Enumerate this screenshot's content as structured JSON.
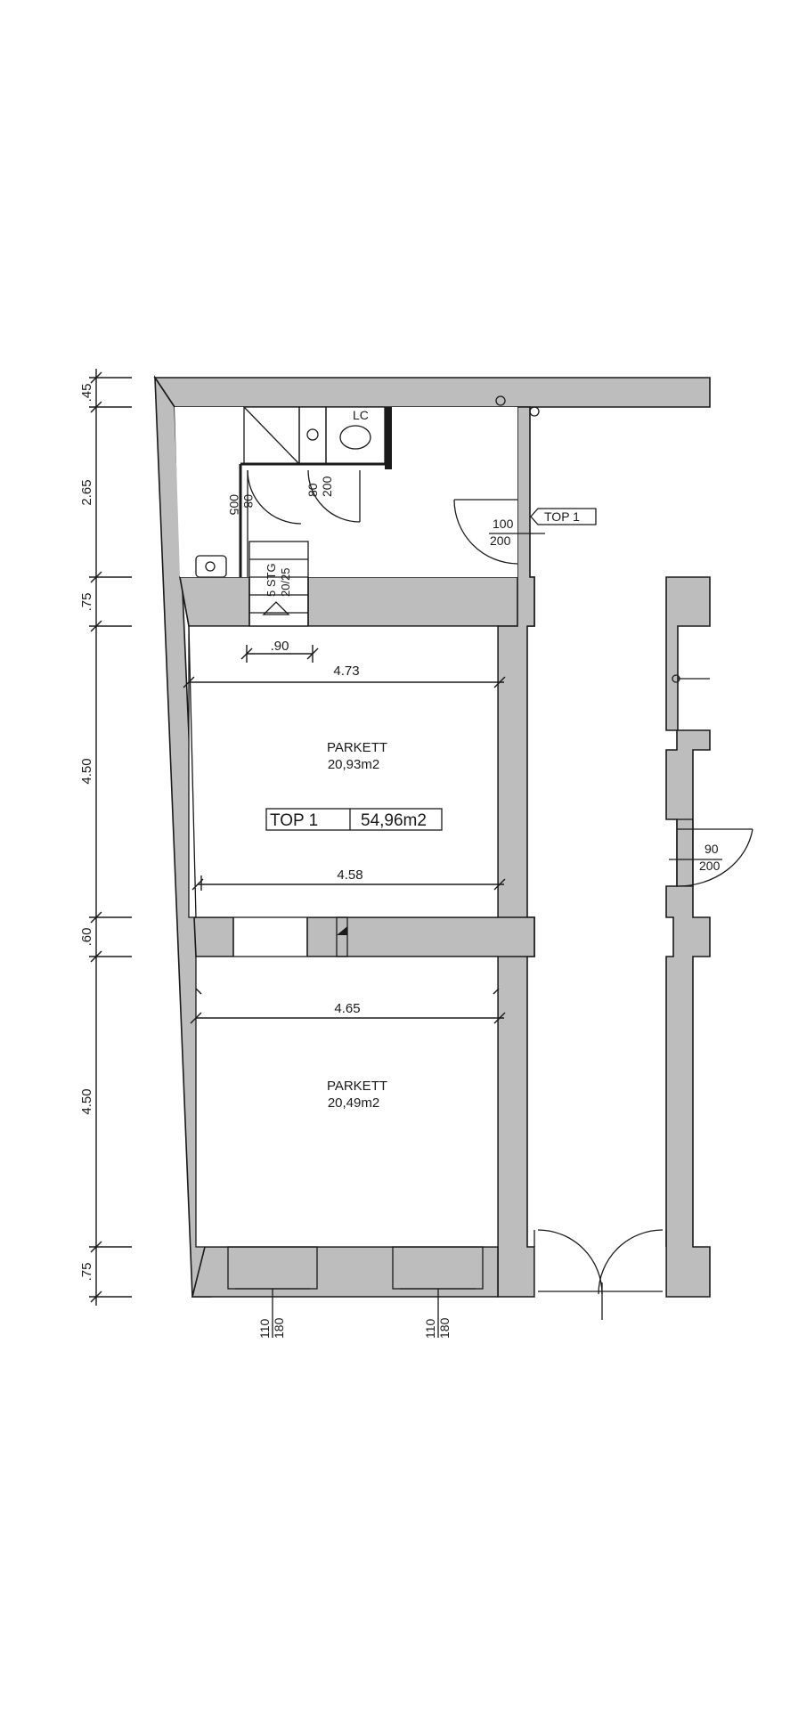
{
  "unit": {
    "label": "TOP 1",
    "area": "54,96m2"
  },
  "rooms": [
    {
      "floor": "PARKETT",
      "area": "20,93m2"
    },
    {
      "floor": "PARKETT",
      "area": "20,49m2"
    }
  ],
  "wc_label": "LC",
  "stairs": {
    "steps": "5 STG",
    "ratio": "20/25"
  },
  "entrance_tag": "TOP 1",
  "doors": {
    "entrance": {
      "width": "100",
      "height": "200"
    },
    "wc": {
      "width": "80",
      "height": "200"
    },
    "bath": {
      "width": "08",
      "height": "005"
    },
    "side": {
      "width": "90",
      "height": "200"
    },
    "window_left": {
      "width": "110",
      "height": "180"
    },
    "window_right": {
      "width": "110",
      "height": "180"
    }
  },
  "dims": {
    "horizontal": [
      ".90",
      "4.73",
      "4.58",
      "4.65"
    ],
    "vertical": [
      ".45",
      "2.65",
      ".75",
      "4.50",
      ".60",
      "4.50",
      ".75"
    ]
  }
}
